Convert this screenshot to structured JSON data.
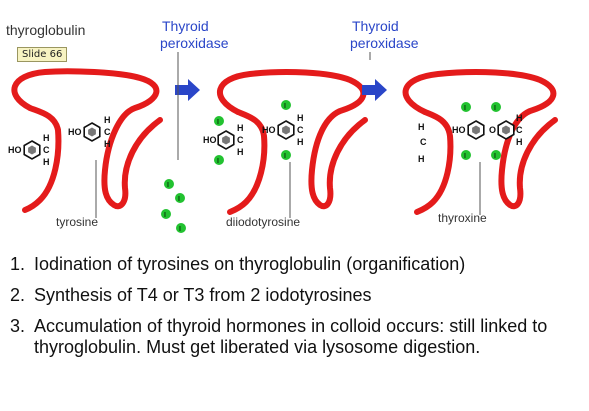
{
  "labels": {
    "thyroglobulin": "thyroglobulin",
    "slide": "Slide 66",
    "enzyme1_line1": "Thyroid",
    "enzyme1_line2": "peroxidase",
    "enzyme2_line1": "Thyroid",
    "enzyme2_line2": "peroxidase",
    "tyrosine": "tyrosine",
    "diiodotyrosine": "diiodotyrosine",
    "thyroxine": "thyroxine"
  },
  "chem": {
    "ho": "HO",
    "h": "H",
    "c": "C",
    "o": "O",
    "iodine": "I"
  },
  "steps": [
    {
      "num": "1.",
      "text": "Iodination of tyrosines on thyroglobulin (organification)"
    },
    {
      "num": "2.",
      "text": "Synthesis of T4 or T3 from 2 iodotyrosines"
    },
    {
      "num": "3.",
      "text": "Accumulation of thyroid hormones in colloid occurs: still linked to thyroglobulin.  Must get liberated via lysosome digestion."
    }
  ],
  "colors": {
    "protein": "#e41b1b",
    "enzyme": "#2a46c8",
    "iodine": "#22c230",
    "arrow": "#2a46c8"
  }
}
